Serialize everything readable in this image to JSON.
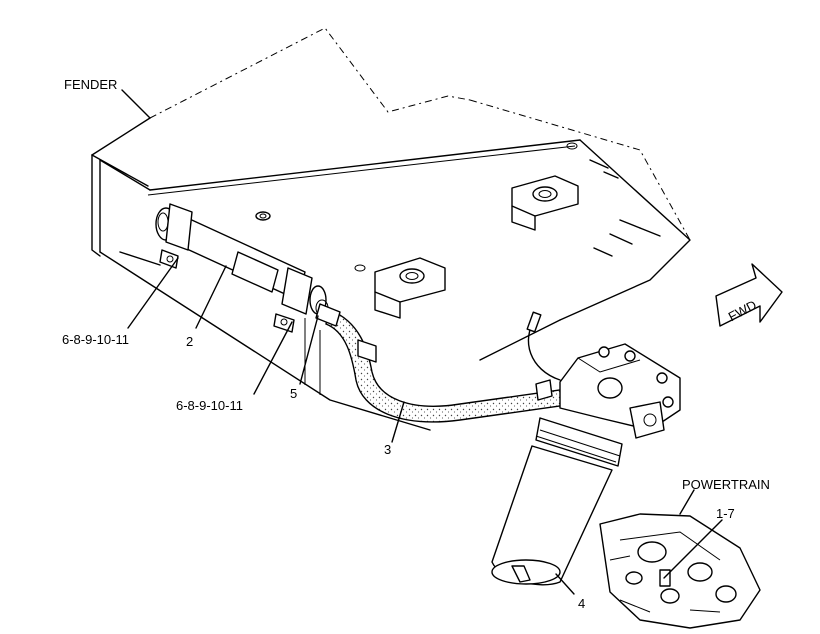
{
  "labels": {
    "fender": "FENDER",
    "item_2": "2",
    "item_3": "3",
    "item_4": "4",
    "item_5": "5",
    "clamp_upper": "6-8-9-10-11",
    "clamp_lower": "6-8-9-10-11",
    "powertrain": "POWERTRAIN",
    "item_1_7": "1-7",
    "fwd": "FWD"
  }
}
